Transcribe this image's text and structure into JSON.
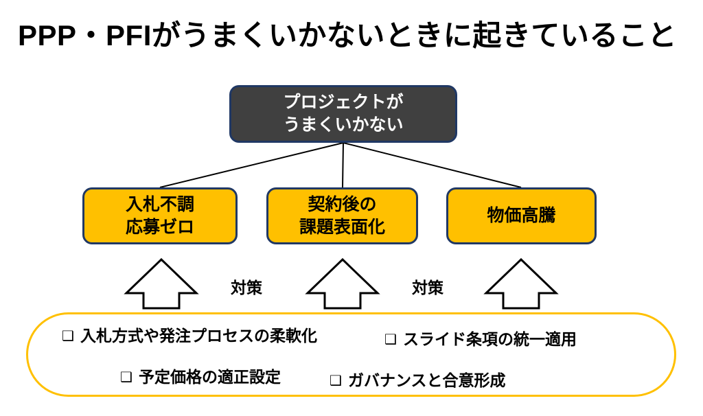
{
  "slide": {
    "title": "PPP・PFIがうまくいかないときに起きていること",
    "background_color": "#FFFFFF"
  },
  "colors": {
    "root_fill": "#404040",
    "root_border": "#203864",
    "issue_fill": "#FFC000",
    "issue_border": "#203864",
    "measures_border": "#FFC000",
    "text_dark": "#000000",
    "text_light": "#FFFFFF",
    "connector": "#000000"
  },
  "root_node": {
    "label": "プロジェクトが\nうまくいかない"
  },
  "issues": [
    {
      "label": "入札不調\n応募ゼロ"
    },
    {
      "label": "契約後の\n課題表面化"
    },
    {
      "label": "物価高騰"
    }
  ],
  "arrows": [
    {
      "icon": "up-arrow-icon"
    },
    {
      "icon": "up-arrow-icon"
    },
    {
      "icon": "up-arrow-icon"
    }
  ],
  "arrow_labels": [
    {
      "label": "対策"
    },
    {
      "label": "対策"
    }
  ],
  "measures": {
    "bullet_glyph": "❑",
    "items": [
      {
        "label": "入札方式や発注プロセスの柔軟化"
      },
      {
        "label": "スライド条項の統一適用"
      },
      {
        "label": "予定価格の適正設定"
      },
      {
        "label": "ガバナンスと合意形成"
      }
    ]
  }
}
